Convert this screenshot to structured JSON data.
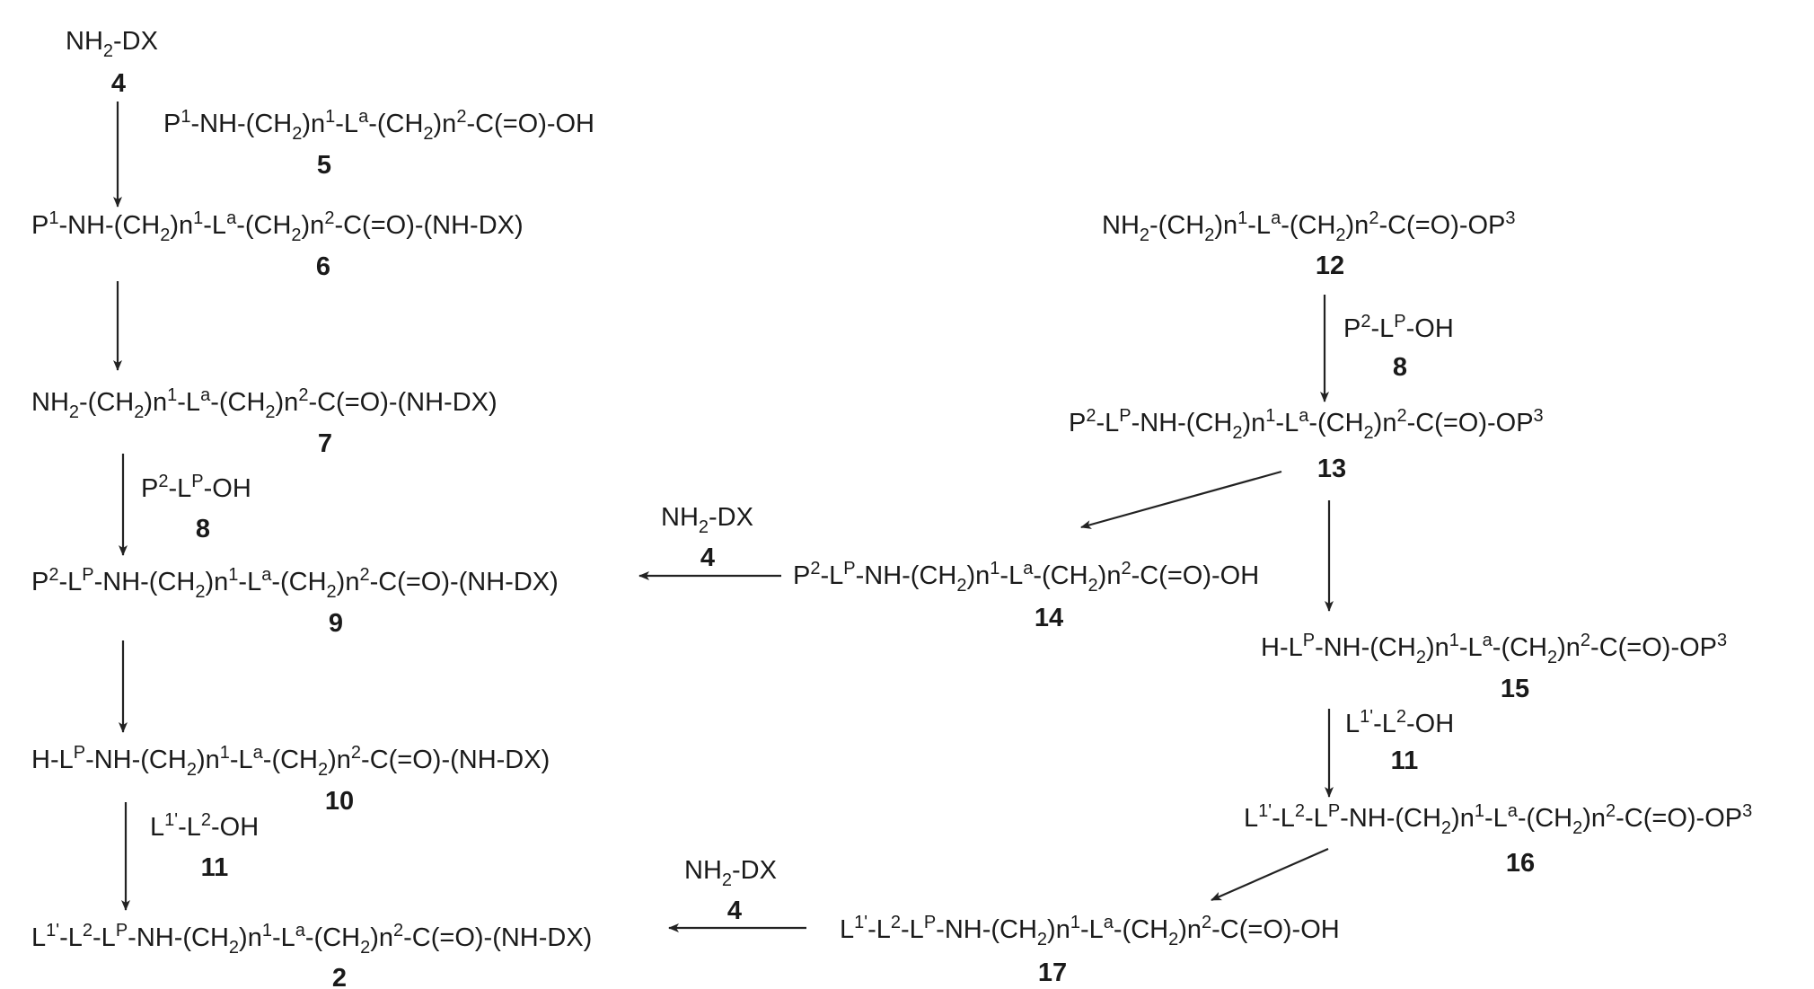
{
  "compounds": [
    {
      "id": "c4",
      "parts": [
        [
          "NH",
          ""
        ],
        [
          "2",
          "sub"
        ],
        [
          "-DX",
          ""
        ]
      ],
      "label": "4"
    },
    {
      "id": "c6",
      "parts": [
        [
          "P",
          ""
        ],
        [
          "1",
          "sup"
        ],
        [
          "-NH-(CH",
          ""
        ],
        [
          "2",
          "sub"
        ],
        [
          ")n",
          ""
        ],
        [
          "1",
          "sup"
        ],
        [
          "-L",
          ""
        ],
        [
          "a",
          "sup"
        ],
        [
          "-(CH",
          ""
        ],
        [
          "2",
          "sub"
        ],
        [
          ")n",
          ""
        ],
        [
          "2",
          "sup"
        ],
        [
          "-C(=O)-(NH-DX)",
          ""
        ]
      ],
      "label": "6"
    },
    {
      "id": "c7",
      "parts": [
        [
          "NH",
          ""
        ],
        [
          "2",
          "sub"
        ],
        [
          "-(CH",
          ""
        ],
        [
          "2",
          "sub"
        ],
        [
          ")n",
          ""
        ],
        [
          "1",
          "sup"
        ],
        [
          "-L",
          ""
        ],
        [
          "a",
          "sup"
        ],
        [
          "-(CH",
          ""
        ],
        [
          "2",
          "sub"
        ],
        [
          ")n",
          ""
        ],
        [
          "2",
          "sup"
        ],
        [
          "-C(=O)-(NH-DX)",
          ""
        ]
      ],
      "label": "7"
    },
    {
      "id": "c9",
      "parts": [
        [
          "P",
          ""
        ],
        [
          "2",
          "sup"
        ],
        [
          "-L",
          ""
        ],
        [
          "P",
          "sup"
        ],
        [
          "-NH-(CH",
          ""
        ],
        [
          "2",
          "sub"
        ],
        [
          ")n",
          ""
        ],
        [
          "1",
          "sup"
        ],
        [
          "-L",
          ""
        ],
        [
          "a",
          "sup"
        ],
        [
          "-(CH",
          ""
        ],
        [
          "2",
          "sub"
        ],
        [
          ")n",
          ""
        ],
        [
          "2",
          "sup"
        ],
        [
          "-C(=O)-(NH-DX)",
          ""
        ]
      ],
      "label": "9"
    },
    {
      "id": "c10",
      "parts": [
        [
          "H-L",
          ""
        ],
        [
          "P",
          "sup"
        ],
        [
          "-NH-(CH",
          ""
        ],
        [
          "2",
          "sub"
        ],
        [
          ")n",
          ""
        ],
        [
          "1",
          "sup"
        ],
        [
          "-L",
          ""
        ],
        [
          "a",
          "sup"
        ],
        [
          "-(CH",
          ""
        ],
        [
          "2",
          "sub"
        ],
        [
          ")n",
          ""
        ],
        [
          "2",
          "sup"
        ],
        [
          "-C(=O)-(NH-DX)",
          ""
        ]
      ],
      "label": "10"
    },
    {
      "id": "c2",
      "parts": [
        [
          "L",
          ""
        ],
        [
          "1'",
          "sup"
        ],
        [
          "-L",
          ""
        ],
        [
          "2",
          "sup"
        ],
        [
          "-L",
          ""
        ],
        [
          "P",
          "sup"
        ],
        [
          "-NH-(CH",
          ""
        ],
        [
          "2",
          "sub"
        ],
        [
          ")n",
          ""
        ],
        [
          "1",
          "sup"
        ],
        [
          "-L",
          ""
        ],
        [
          "a",
          "sup"
        ],
        [
          "-(CH",
          ""
        ],
        [
          "2",
          "sub"
        ],
        [
          ")n",
          ""
        ],
        [
          "2",
          "sup"
        ],
        [
          "-C(=O)-(NH-DX)",
          ""
        ]
      ],
      "label": "2"
    },
    {
      "id": "c12",
      "parts": [
        [
          "NH",
          ""
        ],
        [
          "2",
          "sub"
        ],
        [
          "-(CH",
          ""
        ],
        [
          "2",
          "sub"
        ],
        [
          ")n",
          ""
        ],
        [
          "1",
          "sup"
        ],
        [
          "-L",
          ""
        ],
        [
          "a",
          "sup"
        ],
        [
          "-(CH",
          ""
        ],
        [
          "2",
          "sub"
        ],
        [
          ")n",
          ""
        ],
        [
          "2",
          "sup"
        ],
        [
          "-C(=O)-OP",
          ""
        ],
        [
          "3",
          "sup"
        ]
      ],
      "label": "12"
    },
    {
      "id": "c13",
      "parts": [
        [
          "P",
          ""
        ],
        [
          "2",
          "sup"
        ],
        [
          "-L",
          ""
        ],
        [
          "P",
          "sup"
        ],
        [
          "-NH-(CH",
          ""
        ],
        [
          "2",
          "sub"
        ],
        [
          ")n",
          ""
        ],
        [
          "1",
          "sup"
        ],
        [
          "-L",
          ""
        ],
        [
          "a",
          "sup"
        ],
        [
          "-(CH",
          ""
        ],
        [
          "2",
          "sub"
        ],
        [
          ")n",
          ""
        ],
        [
          "2",
          "sup"
        ],
        [
          "-C(=O)-OP",
          ""
        ],
        [
          "3",
          "sup"
        ]
      ],
      "label": "13"
    },
    {
      "id": "c14",
      "parts": [
        [
          "P",
          ""
        ],
        [
          "2",
          "sup"
        ],
        [
          "-L",
          ""
        ],
        [
          "P",
          "sup"
        ],
        [
          "-NH-(CH",
          ""
        ],
        [
          "2",
          "sub"
        ],
        [
          ")n",
          ""
        ],
        [
          "1",
          "sup"
        ],
        [
          "-L",
          ""
        ],
        [
          "a",
          "sup"
        ],
        [
          "-(CH",
          ""
        ],
        [
          "2",
          "sub"
        ],
        [
          ")n",
          ""
        ],
        [
          "2",
          "sup"
        ],
        [
          "-C(=O)-OH",
          ""
        ]
      ],
      "label": "14"
    },
    {
      "id": "c15",
      "parts": [
        [
          "H-L",
          ""
        ],
        [
          "P",
          "sup"
        ],
        [
          "-NH-(CH",
          ""
        ],
        [
          "2",
          "sub"
        ],
        [
          ")n",
          ""
        ],
        [
          "1",
          "sup"
        ],
        [
          "-L",
          ""
        ],
        [
          "a",
          "sup"
        ],
        [
          "-(CH",
          ""
        ],
        [
          "2",
          "sub"
        ],
        [
          ")n",
          ""
        ],
        [
          "2",
          "sup"
        ],
        [
          "-C(=O)-OP",
          ""
        ],
        [
          "3",
          "sup"
        ]
      ],
      "label": "15"
    },
    {
      "id": "c16",
      "parts": [
        [
          "L",
          ""
        ],
        [
          "1'",
          "sup"
        ],
        [
          "-L",
          ""
        ],
        [
          "2",
          "sup"
        ],
        [
          "-L",
          ""
        ],
        [
          "P",
          "sup"
        ],
        [
          "-NH-(CH",
          ""
        ],
        [
          "2",
          "sub"
        ],
        [
          ")n",
          ""
        ],
        [
          "1",
          "sup"
        ],
        [
          "-L",
          ""
        ],
        [
          "a",
          "sup"
        ],
        [
          "-(CH",
          ""
        ],
        [
          "2",
          "sub"
        ],
        [
          ")n",
          ""
        ],
        [
          "2",
          "sup"
        ],
        [
          "-C(=O)-OP",
          ""
        ],
        [
          "3",
          "sup"
        ]
      ],
      "label": "16"
    },
    {
      "id": "c17",
      "parts": [
        [
          "L",
          ""
        ],
        [
          "1'",
          "sup"
        ],
        [
          "-L",
          ""
        ],
        [
          "2",
          "sup"
        ],
        [
          "-L",
          ""
        ],
        [
          "P",
          "sup"
        ],
        [
          "-NH-(CH",
          ""
        ],
        [
          "2",
          "sub"
        ],
        [
          ")n",
          ""
        ],
        [
          "1",
          "sup"
        ],
        [
          "-L",
          ""
        ],
        [
          "a",
          "sup"
        ],
        [
          "-(CH",
          ""
        ],
        [
          "2",
          "sub"
        ],
        [
          ")n",
          ""
        ],
        [
          "2",
          "sup"
        ],
        [
          "-C(=O)-OH",
          ""
        ]
      ],
      "label": "17"
    }
  ],
  "reagents": [
    {
      "id": "r5",
      "parts": [
        [
          "P",
          ""
        ],
        [
          "1",
          "sup"
        ],
        [
          "-NH-(CH",
          ""
        ],
        [
          "2",
          "sub"
        ],
        [
          ")n",
          ""
        ],
        [
          "1",
          "sup"
        ],
        [
          "-L",
          ""
        ],
        [
          "a",
          "sup"
        ],
        [
          "-(CH",
          ""
        ],
        [
          "2",
          "sub"
        ],
        [
          ")n",
          ""
        ],
        [
          "2",
          "sup"
        ],
        [
          "-C(=O)-OH",
          ""
        ]
      ],
      "label": "5"
    },
    {
      "id": "r8a",
      "parts": [
        [
          "P",
          ""
        ],
        [
          "2",
          "sup"
        ],
        [
          "-L",
          ""
        ],
        [
          "P",
          "sup"
        ],
        [
          "-OH",
          ""
        ]
      ],
      "label": "8"
    },
    {
      "id": "r11a",
      "parts": [
        [
          "L",
          ""
        ],
        [
          "1'",
          "sup"
        ],
        [
          "-L",
          ""
        ],
        [
          "2",
          "sup"
        ],
        [
          "-OH",
          ""
        ]
      ],
      "label": "11"
    },
    {
      "id": "r8b",
      "parts": [
        [
          "P",
          ""
        ],
        [
          "2",
          "sup"
        ],
        [
          "-L",
          ""
        ],
        [
          "P",
          "sup"
        ],
        [
          "-OH",
          ""
        ]
      ],
      "label": "8"
    },
    {
      "id": "r11b",
      "parts": [
        [
          "L",
          ""
        ],
        [
          "1'",
          "sup"
        ],
        [
          "-L",
          ""
        ],
        [
          "2",
          "sup"
        ],
        [
          "-OH",
          ""
        ]
      ],
      "label": "11"
    },
    {
      "id": "r4a",
      "parts": [
        [
          "NH",
          ""
        ],
        [
          "2",
          "sub"
        ],
        [
          "-DX",
          ""
        ]
      ],
      "label": "4"
    },
    {
      "id": "r4b",
      "parts": [
        [
          "NH",
          ""
        ],
        [
          "2",
          "sub"
        ],
        [
          "-DX",
          ""
        ]
      ],
      "label": "4"
    }
  ]
}
